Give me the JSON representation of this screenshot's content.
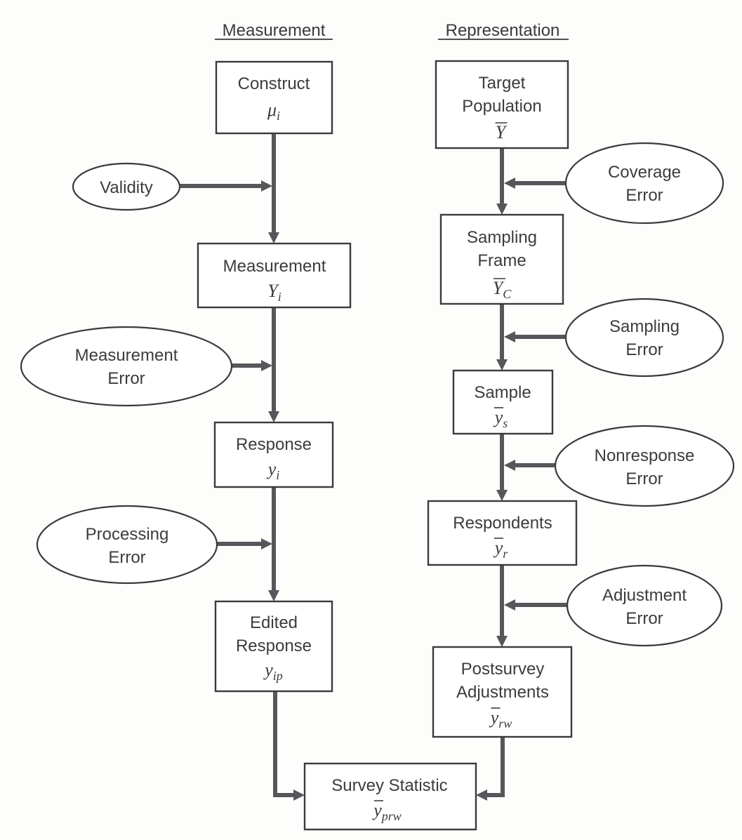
{
  "headings": {
    "left": "Measurement",
    "right": "Representation"
  },
  "boxes": {
    "construct": {
      "lines": [
        "Construct"
      ],
      "symbol": "μ",
      "sub": "i",
      "bar": false
    },
    "measurement": {
      "lines": [
        "Measurement"
      ],
      "symbol": "Y",
      "sub": "i",
      "bar": false
    },
    "response": {
      "lines": [
        "Response"
      ],
      "symbol": "y",
      "sub": "i",
      "bar": false
    },
    "edited_response": {
      "lines": [
        "Edited",
        "Response"
      ],
      "symbol": "y",
      "sub": "ip",
      "bar": false
    },
    "target_population": {
      "lines": [
        "Target",
        "Population"
      ],
      "symbol": "Y",
      "sub": "",
      "bar": true
    },
    "sampling_frame": {
      "lines": [
        "Sampling",
        "Frame"
      ],
      "symbol": "Y",
      "sub": "C",
      "bar": true
    },
    "sample": {
      "lines": [
        "Sample"
      ],
      "symbol": "y",
      "sub": "s",
      "bar": true
    },
    "respondents": {
      "lines": [
        "Respondents"
      ],
      "symbol": "y",
      "sub": "r",
      "bar": true
    },
    "postsurvey_adjustments": {
      "lines": [
        "Postsurvey",
        "Adjustments"
      ],
      "symbol": "y",
      "sub": "rw",
      "bar": true
    },
    "survey_statistic": {
      "lines": [
        "Survey Statistic"
      ],
      "symbol": "y",
      "sub": "prw",
      "bar": true
    }
  },
  "errors": {
    "validity": [
      "Validity"
    ],
    "measurement_error": [
      "Measurement",
      "Error"
    ],
    "processing_error": [
      "Processing",
      "Error"
    ],
    "coverage_error": [
      "Coverage",
      "Error"
    ],
    "sampling_error": [
      "Sampling",
      "Error"
    ],
    "nonresponse_error": [
      "Nonresponse",
      "Error"
    ],
    "adjustment_error": [
      "Adjustment",
      "Error"
    ]
  },
  "colors": {
    "arrow": "#56575b",
    "outline": "#3a3a3a",
    "text": "#3c3c3c"
  }
}
